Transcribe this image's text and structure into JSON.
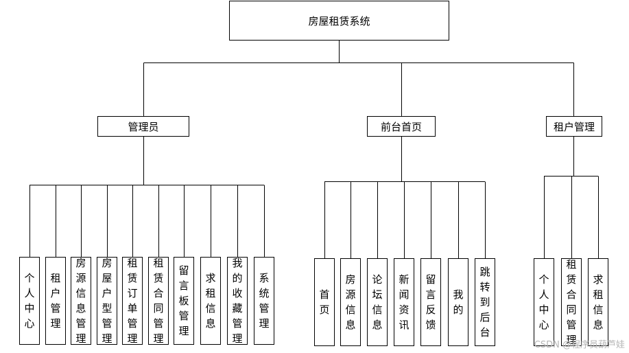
{
  "root": "房屋租赁系统",
  "groups": [
    {
      "label": "管理员",
      "children": [
        "个人中心",
        "租户管理",
        "房源信息管理",
        "房屋户型管理",
        "租赁订单管理",
        "租赁合同管理",
        "留言板管理",
        "求租信息",
        "我的收藏管理",
        "系统管理"
      ]
    },
    {
      "label": "前台首页",
      "children": [
        "首页",
        "房源信息",
        "论坛信息",
        "新闻资讯",
        "留言反馈",
        "我的",
        "跳转到后台"
      ]
    },
    {
      "label": "租户管理",
      "children": [
        "个人中心",
        "租赁合同管理",
        "求租信息"
      ]
    }
  ],
  "watermark": "CSDN @程序员葫芦娃"
}
